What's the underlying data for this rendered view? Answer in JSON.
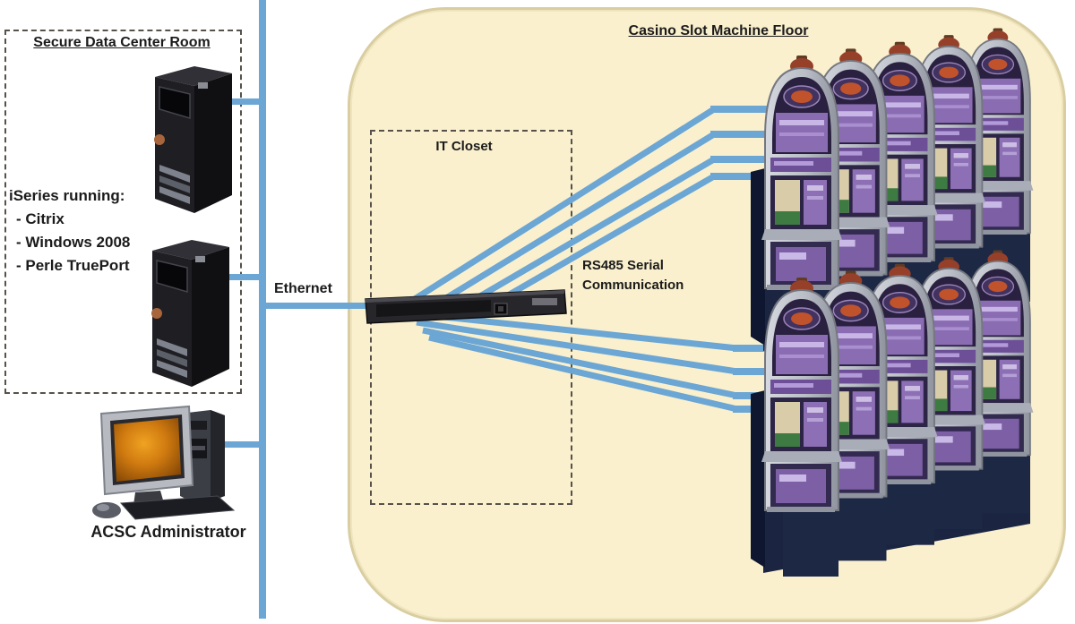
{
  "floor": {
    "title": "Casino Slot Machine Floor"
  },
  "secure_room": {
    "title": "Secure Data Center Room",
    "iseries_heading": "iSeries running:",
    "iseries_items": [
      "- Citrix",
      "- Windows 2008",
      "- Perle TruePort"
    ],
    "admin_label": "ACSC Administrator"
  },
  "it_closet": {
    "label": "IT Closet"
  },
  "labels": {
    "ethernet": "Ethernet",
    "rs485_line1": "RS485 Serial",
    "rs485_line2": "Communication"
  },
  "icons": {
    "server_top": "iseries-server-icon",
    "server_bottom": "iseries-server-icon",
    "workstation": "admin-workstation-icon",
    "serial_device": "serial-server-icon",
    "slot_banks": "slot-machine-bank-icon"
  },
  "colors": {
    "link_blue": "#6ba6d4",
    "floor_fill": "#faf0ce",
    "floor_border": "#d9cda1",
    "dashed_border": "#56524a",
    "slot_base_navy": "#1b2542",
    "screen_orange": "#cf7a10"
  }
}
